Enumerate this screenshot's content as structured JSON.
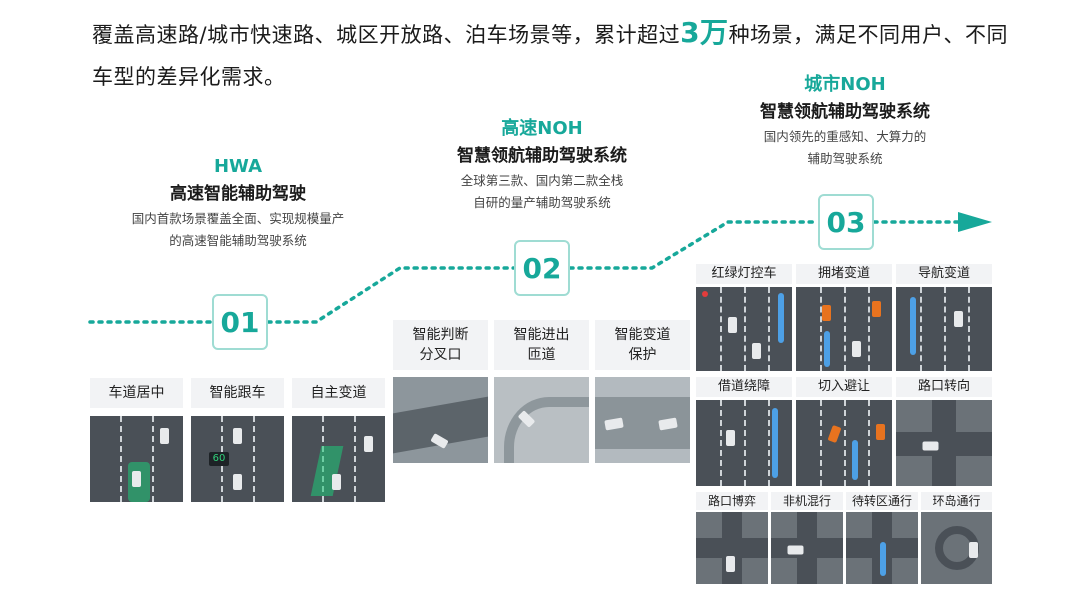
{
  "headline": {
    "before": "覆盖高速路/城市快速路、城区开放路、泊车场景等，累计超过",
    "emphasis": "3万",
    "after": "种场景，满足不同用户、不同车型的差异化需求。"
  },
  "stages": [
    {
      "number": "01",
      "label": "HWA",
      "name": "高速智能辅助驾驶",
      "desc": "国内首款场景覆盖全面、实现规模量产\n的高速智能辅助驾驶系统"
    },
    {
      "number": "02",
      "label": "高速NOH",
      "name": "智慧领航辅助驾驶系统",
      "desc": "全球第三款、国内第二款全栈\n自研的量产辅助驾驶系统"
    },
    {
      "number": "03",
      "label": "城市NOH",
      "name": "智慧领航辅助驾驶系统",
      "desc": "国内领先的重感知、大算力的\n辅助驾驶系统"
    }
  ],
  "hwa_features": [
    "车道居中",
    "智能跟车",
    "自主变道"
  ],
  "noh_features": [
    "智能判断\n分叉口",
    "智能进出\n匝道",
    "智能变道\n保护"
  ],
  "city_row1": [
    "红绿灯控车",
    "拥堵变道",
    "导航变道"
  ],
  "city_row2": [
    "借道绕障",
    "切入避让",
    "路口转向"
  ],
  "city_row3": [
    "路口博弈",
    "非机混行",
    "待转区通行",
    "环岛通行"
  ],
  "speed_badge": "60",
  "colors": {
    "accent": "#17a89a",
    "box_border": "#9fdcd3"
  }
}
